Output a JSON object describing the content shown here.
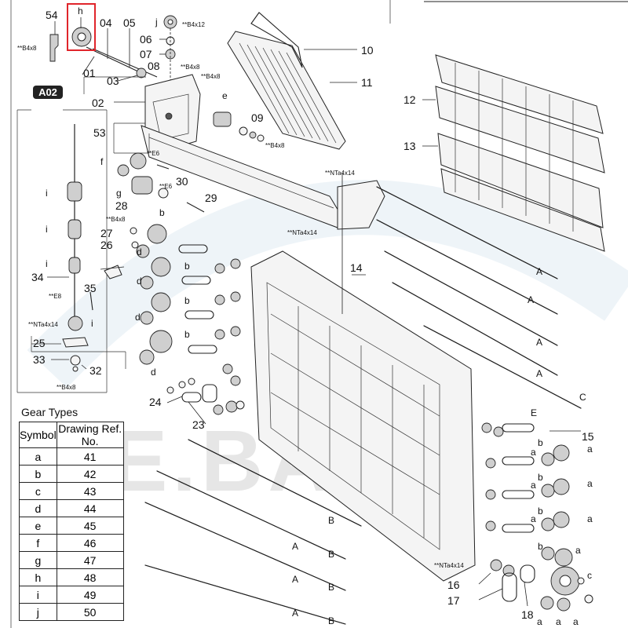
{
  "diagram": {
    "badge": "A02",
    "highlight_target": "h",
    "callouts": {
      "c54": "54",
      "c04": "04",
      "c05": "05",
      "c06": "06",
      "c07": "07",
      "c08": "08",
      "c01": "01",
      "c03": "03",
      "c02": "02",
      "c10": "10",
      "c11": "11",
      "c12": "12",
      "c13": "13",
      "c53": "53",
      "c09": "09",
      "c30": "30",
      "c29": "29",
      "c28": "28",
      "c27": "27",
      "c26": "26",
      "c34": "34",
      "c35": "35",
      "c14": "14",
      "c25": "25",
      "c33": "33",
      "c32": "32",
      "c24": "24",
      "c23": "23",
      "c15": "15",
      "c16": "16",
      "c17": "17",
      "c18": "18"
    },
    "letters": {
      "h": "h",
      "j": "j",
      "e": "e",
      "f": "f",
      "g": "g",
      "b": "b",
      "d": "d",
      "i": "i",
      "a": "a",
      "c": "c",
      "A": "A",
      "B": "B",
      "C": "C",
      "E": "E"
    },
    "specs": {
      "b4x8": "**B4x8",
      "b4x12": "**B4x12",
      "e6": "**E6",
      "nta4x14": "**NTa4x14",
      "e8": "**E8"
    },
    "watermark": "E.BAY"
  },
  "gear_types": {
    "title": "Gear Types",
    "header": [
      "Symbol",
      "Drawing Ref. No."
    ],
    "rows": [
      [
        "a",
        "41"
      ],
      [
        "b",
        "42"
      ],
      [
        "c",
        "43"
      ],
      [
        "d",
        "44"
      ],
      [
        "e",
        "45"
      ],
      [
        "f",
        "46"
      ],
      [
        "g",
        "47"
      ],
      [
        "h",
        "48"
      ],
      [
        "i",
        "49"
      ],
      [
        "j",
        "50"
      ]
    ]
  }
}
